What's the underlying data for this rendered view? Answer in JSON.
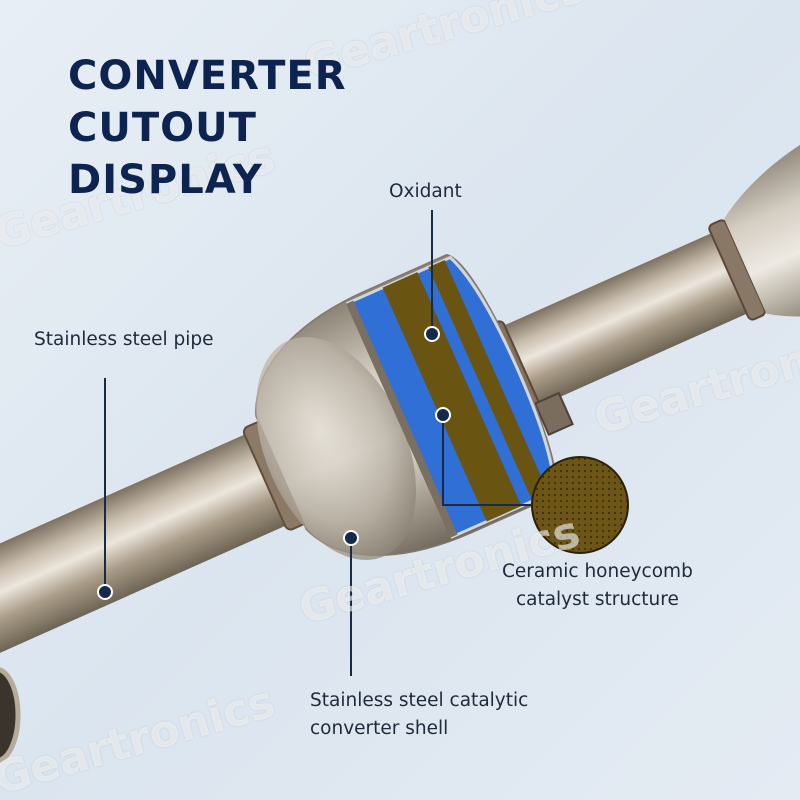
{
  "title": {
    "line1": "CONVERTER",
    "line2": "CUTOUT",
    "line3": "DISPLAY"
  },
  "labels": {
    "oxidant": "Oxidant",
    "pipe": "Stainless steel pipe",
    "ceramic_line1": "Ceramic honeycomb",
    "ceramic_line2": "catalyst structure",
    "shell_line1": "Stainless steel catalytic",
    "shell_line2": "converter shell"
  },
  "watermark": "Geartronics",
  "colors": {
    "title": "#0d2350",
    "label_text": "#1e2a3c",
    "callout_line": "#1a2a45",
    "oxidant_band": "#2f6fd6",
    "ceramic_band": "#6a5412",
    "background": "#dde7f1"
  }
}
